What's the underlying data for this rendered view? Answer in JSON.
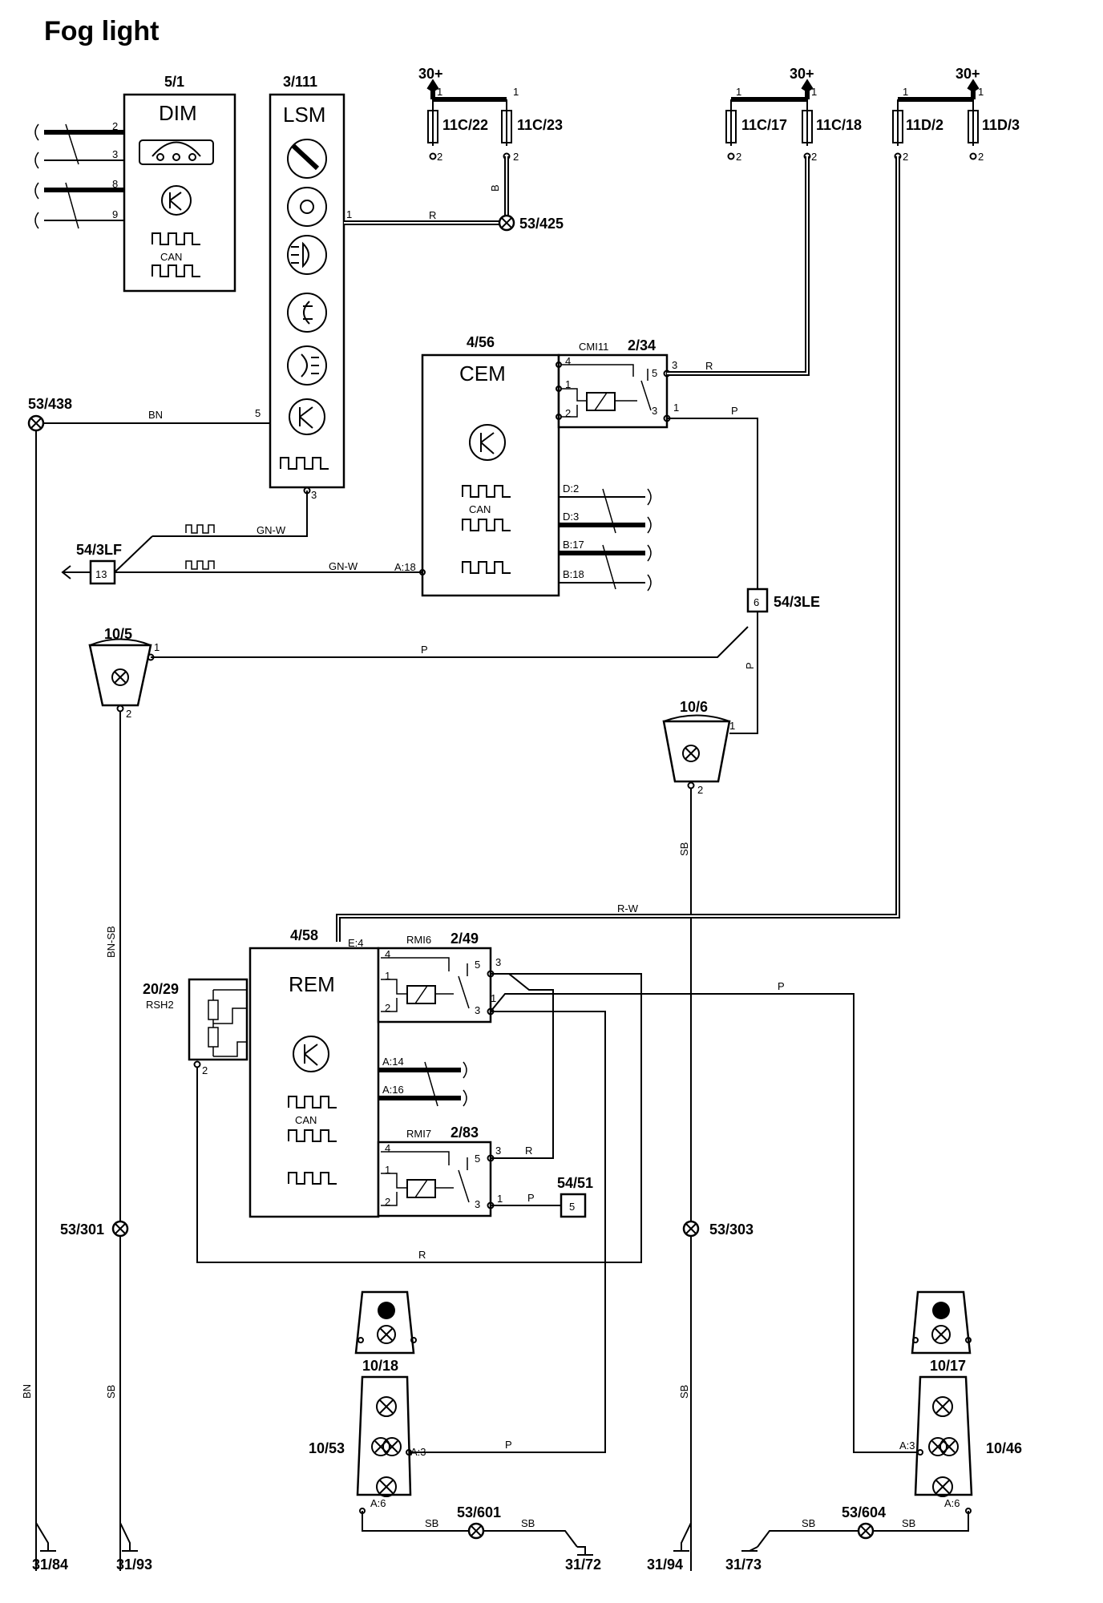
{
  "title": "Fog light",
  "components": {
    "dim": {
      "id": "5/1",
      "name": "DIM",
      "can": "CAN",
      "pins": [
        "2",
        "3",
        "8",
        "9"
      ]
    },
    "lsm": {
      "id": "3/111",
      "name": "LSM",
      "pin_out": "1",
      "pin_gnd": "5",
      "pin_bus": "3"
    },
    "cem": {
      "id": "4/56",
      "name": "CEM",
      "can": "CAN",
      "pin_a18": "A:18",
      "pins_right": [
        "D:2",
        "D:3",
        "B:17",
        "B:18"
      ]
    },
    "rem": {
      "id": "4/58",
      "name": "REM",
      "can": "CAN",
      "pin_e4": "E:4",
      "pins_right": [
        "A:14",
        "A:16"
      ]
    },
    "relay_cem": {
      "id": "2/34",
      "name": "CMI11",
      "pins": [
        "4",
        "1",
        "2",
        "5",
        "3",
        "3",
        "1"
      ]
    },
    "relay_rem1": {
      "id": "2/49",
      "name": "RMI6",
      "pins": [
        "4",
        "1",
        "2",
        "5",
        "3",
        "3",
        "1"
      ]
    },
    "relay_rem2": {
      "id": "2/83",
      "name": "RMI7",
      "pins": [
        "4",
        "1",
        "2",
        "5",
        "3",
        "3",
        "1"
      ]
    },
    "rsh": {
      "id": "20/29",
      "name": "RSH2",
      "pin": "2"
    },
    "fuses": [
      {
        "label": "11C/22",
        "p1": "1",
        "p2": "2"
      },
      {
        "label": "11C/23",
        "p1": "1",
        "p2": "2"
      },
      {
        "label": "11C/17",
        "p1": "1",
        "p2": "2"
      },
      {
        "label": "11C/18",
        "p1": "1",
        "p2": "2"
      },
      {
        "label": "11D/2",
        "p1": "1",
        "p2": "2"
      },
      {
        "label": "11D/3",
        "p1": "1",
        "p2": "2"
      }
    ],
    "supply": "30+",
    "lamp_left": {
      "id": "10/5",
      "pin1": "1",
      "pin2": "2"
    },
    "lamp_right": {
      "id": "10/6",
      "pin1": "1",
      "pin2": "2"
    },
    "connectors": [
      {
        "id": "54/3LF",
        "pin": "13"
      },
      {
        "id": "54/3LE",
        "pin": "6"
      },
      {
        "id": "54/51",
        "pin": "5"
      }
    ],
    "splices": [
      "53/425",
      "53/438",
      "53/301",
      "53/303",
      "53/601",
      "53/604"
    ],
    "tail_left": {
      "id": "10/18",
      "sub": "10/53",
      "pin_a3": "A:3",
      "pin_a6": "A:6"
    },
    "tail_right": {
      "id": "10/17",
      "sub": "10/46",
      "pin_a3": "A:3",
      "pin_a6": "A:6"
    },
    "grounds": [
      "31/84",
      "31/93",
      "31/72",
      "31/94",
      "31/73"
    ]
  },
  "wires": {
    "r": "R",
    "bn": "BN",
    "gn_w": "GN-W",
    "p": "P",
    "sb": "SB",
    "bn_sb": "BN-SB",
    "r_w": "R-W",
    "b": "B"
  }
}
